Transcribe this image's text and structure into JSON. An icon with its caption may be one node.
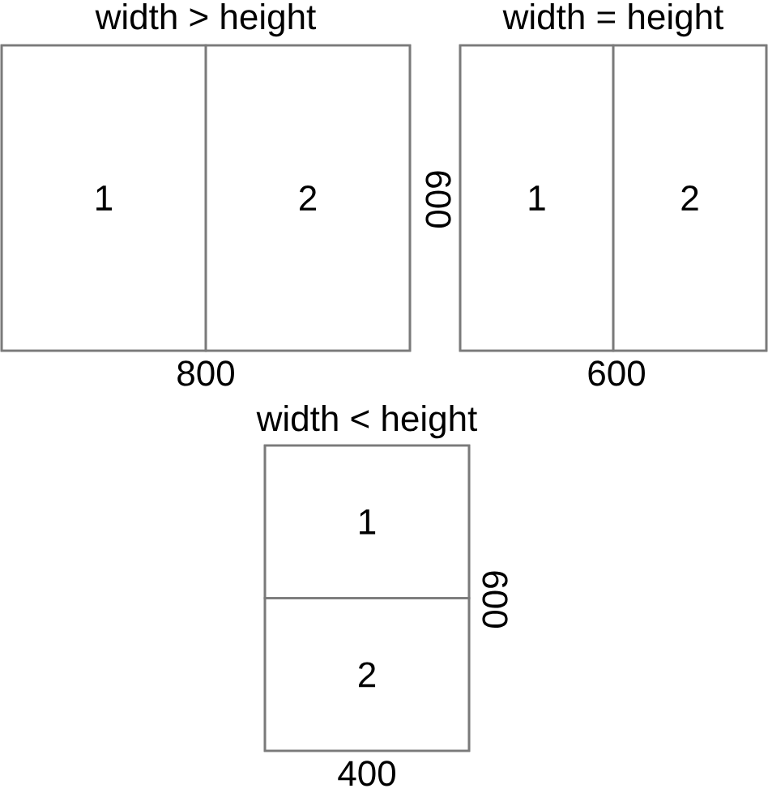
{
  "diagram": {
    "nodes": [
      {
        "text": [
          "width > height"
        ]
      },
      {
        "text": [
          "1"
        ],
        "in": 0
      },
      {
        "text": [
          "2"
        ],
        "in": 0
      },
      {
        "text": [
          "width = height"
        ]
      },
      {
        "text": [
          "1"
        ],
        "in": 3
      },
      {
        "text": [
          "2"
        ],
        "in": 3
      },
      {
        "text": [
          "width < height"
        ]
      },
      {
        "text": [
          "1"
        ],
        "in": 6
      },
      {
        "text": [
          "2"
        ],
        "in": 6
      }
    ],
    "labels": [
      "800",
      "600",
      "600",
      "600",
      "400"
    ]
  }
}
